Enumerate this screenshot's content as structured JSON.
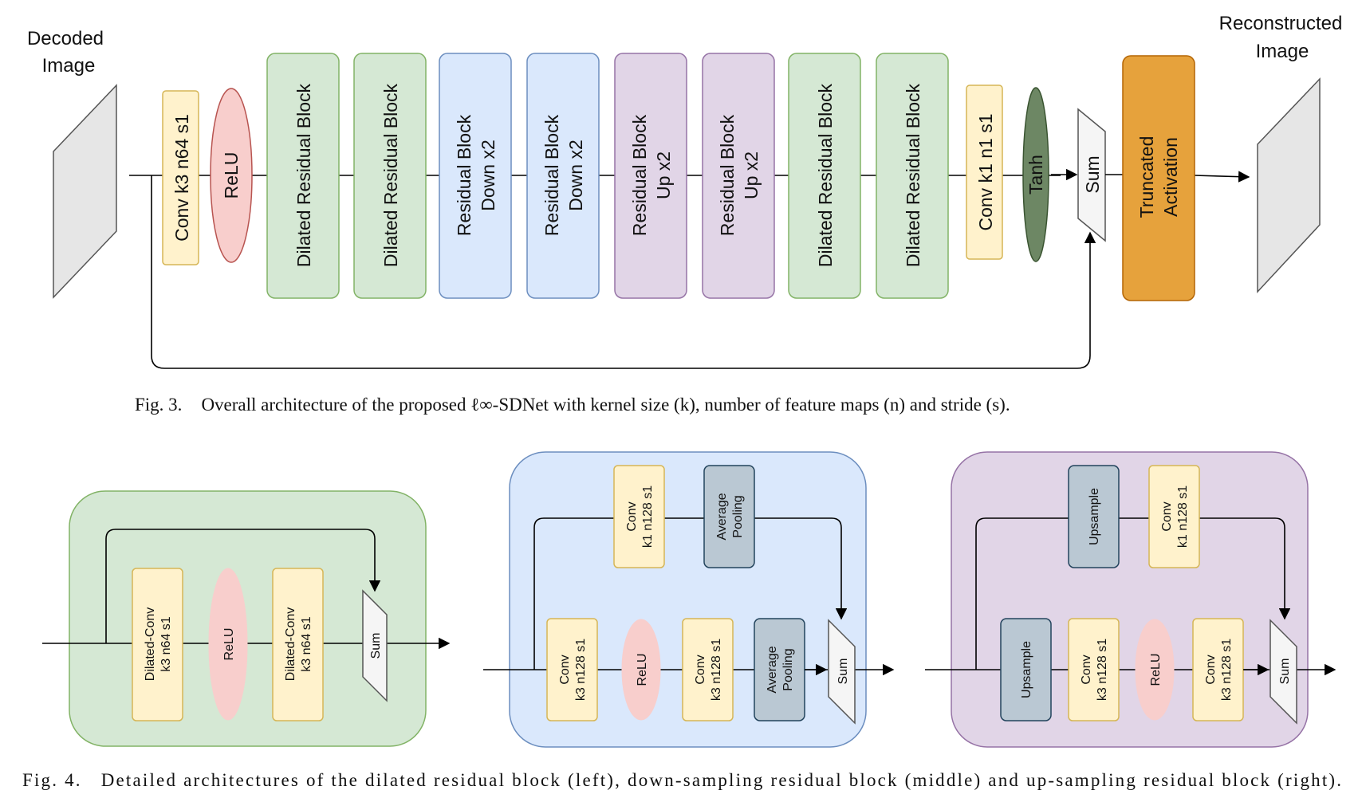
{
  "fig3": {
    "input_label": [
      "Decoded",
      "Image"
    ],
    "output_label": [
      "Reconstructed",
      "Image"
    ],
    "blocks": [
      {
        "id": "conv1",
        "lines": [
          "Conv k3 n64 s1"
        ],
        "kind": "conv"
      },
      {
        "id": "relu",
        "lines": [
          "ReLU"
        ],
        "kind": "relu"
      },
      {
        "id": "drb1",
        "lines": [
          "Dilated Residual Block"
        ],
        "kind": "dilated"
      },
      {
        "id": "drb2",
        "lines": [
          "Dilated Residual Block"
        ],
        "kind": "dilated"
      },
      {
        "id": "rbd1",
        "lines": [
          "Residual Block",
          "Down x2"
        ],
        "kind": "down"
      },
      {
        "id": "rbd2",
        "lines": [
          "Residual Block",
          "Down x2"
        ],
        "kind": "down"
      },
      {
        "id": "rbu1",
        "lines": [
          "Residual Block",
          "Up x2"
        ],
        "kind": "up"
      },
      {
        "id": "rbu2",
        "lines": [
          "Residual Block",
          "Up x2"
        ],
        "kind": "up"
      },
      {
        "id": "drb3",
        "lines": [
          "Dilated Residual Block"
        ],
        "kind": "dilated"
      },
      {
        "id": "drb4",
        "lines": [
          "Dilated Residual Block"
        ],
        "kind": "dilated"
      },
      {
        "id": "conv2",
        "lines": [
          "Conv k1 n1 s1"
        ],
        "kind": "conv"
      },
      {
        "id": "tanh",
        "lines": [
          "Tanh"
        ],
        "kind": "tanh"
      },
      {
        "id": "sum",
        "lines": [
          "Sum"
        ],
        "kind": "sum"
      },
      {
        "id": "trunc",
        "lines": [
          "Truncated",
          "Activation"
        ],
        "kind": "trunc"
      }
    ],
    "caption_label": "Fig. 3.",
    "caption_text": "Overall architecture of the proposed ℓ∞-SDNet with kernel size (k), number of feature maps (n) and stride (s)."
  },
  "fig4": {
    "dilated": {
      "conv1": [
        "Dilated-Conv",
        "k3 n64 s1"
      ],
      "relu": "ReLU",
      "conv2": [
        "Dilated-Conv",
        "k3 n64 s1"
      ],
      "sum": "Sum"
    },
    "down": {
      "skip_conv": [
        "Conv",
        "k1 n128 s1"
      ],
      "skip_pool": [
        "Average",
        "Pooling"
      ],
      "conv1": [
        "Conv",
        "k3 n128 s1"
      ],
      "relu": "ReLU",
      "conv2": [
        "Conv",
        "k3 n128 s1"
      ],
      "pool": [
        "Average",
        "Pooling"
      ],
      "sum": "Sum"
    },
    "up": {
      "skip_up": "Upsample",
      "skip_conv": [
        "Conv",
        "k1 n128 s1"
      ],
      "up": "Upsample",
      "conv1": [
        "Conv",
        "k3 n128 s1"
      ],
      "relu": "ReLU",
      "conv2": [
        "Conv",
        "k3 n128 s1"
      ],
      "sum": "Sum"
    },
    "caption_label": "Fig. 4.",
    "caption_text": "Detailed architectures of the dilated residual block (left), down-sampling residual block (middle) and up-sampling residual block (right)."
  },
  "colors": {
    "conv_fill": "#fff2cc",
    "conv_stroke": "#d6b656",
    "relu_fill": "#f8cecc",
    "relu_stroke": "#b85450",
    "dilated_fill": "#d5e8d4",
    "dilated_stroke": "#82b366",
    "down_fill": "#dae8fc",
    "down_stroke": "#6c8ebf",
    "up_fill": "#e1d5e7",
    "up_stroke": "#9673a6",
    "tanh_fill": "#6d8764",
    "tanh_stroke": "#3a5431",
    "trunc_fill": "#e6a23c",
    "trunc_stroke": "#b46504",
    "pool_fill": "#bac8d3",
    "pool_stroke": "#23445d",
    "sum_fill": "#f5f5f5",
    "sum_stroke": "#555555",
    "image_fill": "#e6e6e6",
    "image_stroke": "#555555"
  }
}
